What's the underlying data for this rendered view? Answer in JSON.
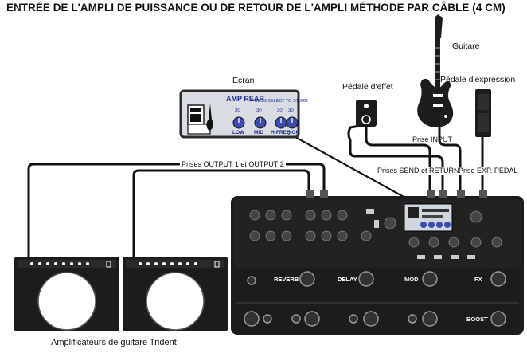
{
  "title": "ENTRÉE DE L'AMPLI DE PUISSANCE OU DE RETOUR DE L'AMPLI MÉTHODE PAR CÂBLE (4 CM)",
  "labels": {
    "guitar": "Guitare",
    "expression_pedal": "Pédale d'expression",
    "effect_pedal": "Pédale d'effet",
    "screen": "Écran",
    "input_jack": "Prise INPUT",
    "send_return": "Prises SEND et RETURN",
    "exp_pedal_jack": "Prise EXP. PEDAL",
    "outputs": "Prises OUTPUT 1 et OUTPUT 2",
    "amplifiers": "Amplificateurs de guitare Trident"
  },
  "screen": {
    "heading": "AMP REAR",
    "hint": "PRESS SELECT TO STORE",
    "knob_values": [
      "30",
      "30",
      "30",
      "30"
    ],
    "knob_labels": [
      "LOW",
      "MID",
      "H-FREQ",
      "HIGH"
    ]
  },
  "device": {
    "footswitch_labels": [
      "REVERB",
      "DELAY",
      "MOD",
      "FX",
      "BOOST"
    ]
  },
  "colors": {
    "device": "#1c1c1c",
    "screen_bg": "#d9dde3",
    "screen_border": "#2b2b2b",
    "cable": "#111111"
  }
}
